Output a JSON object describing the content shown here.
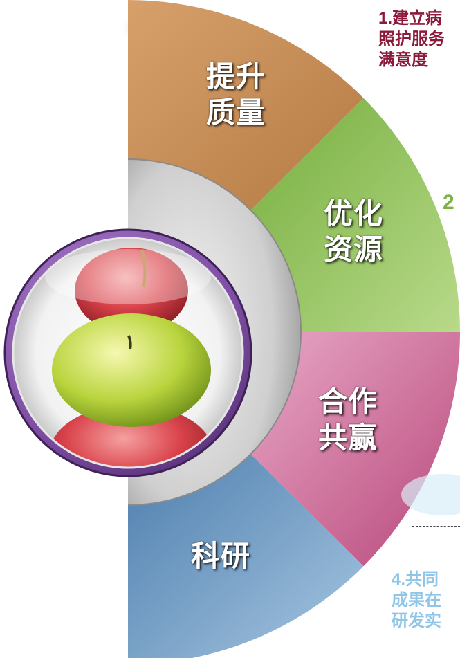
{
  "segments": [
    {
      "label_line1": "提升",
      "label_line2": "质量",
      "color": "#C98E58"
    },
    {
      "label_line1": "优化",
      "label_line2": "资源",
      "color": "#8BBE55"
    },
    {
      "label_line1": "合作",
      "label_line2": "共赢",
      "color": "#D9739F"
    },
    {
      "label_line1": "科研",
      "label_line2": "",
      "color": "#5F93BE"
    }
  ],
  "items": [
    {
      "line1": "1.建立病",
      "line2": "照护服务",
      "line3": "满意度",
      "color": "#8B1A3A"
    },
    {
      "line1": "2",
      "color": "#7CB342"
    },
    {
      "line1": "4.共同",
      "line2": "成果在",
      "line3": "研发实",
      "color": "#8FC6E8"
    }
  ],
  "center": {
    "image": "apples-icon"
  }
}
